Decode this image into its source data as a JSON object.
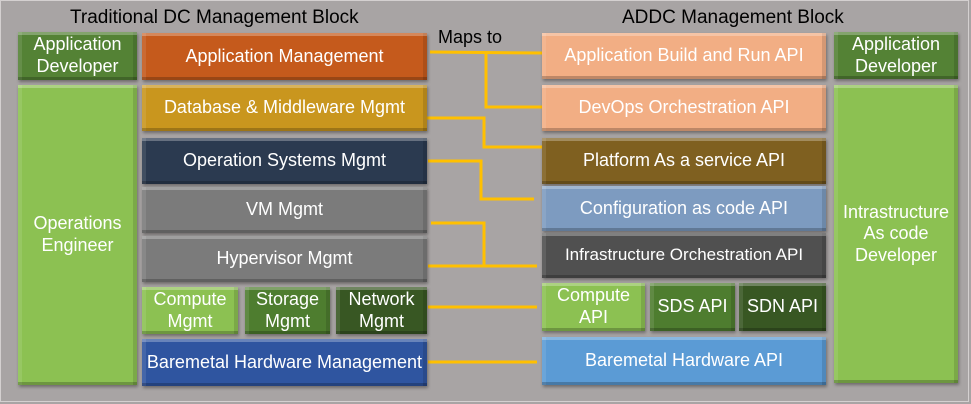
{
  "titles": {
    "left": "Traditional DC Management Block",
    "right": "ADDC Management Block",
    "maps_to": "Maps to"
  },
  "colors": {
    "background": "#a8a4a4",
    "connector": "#ffc000"
  },
  "left_roles": {
    "app_dev": "Application Developer",
    "ops_eng": "Operations Engineer"
  },
  "right_roles": {
    "app_dev": "Application Developer",
    "iac_dev": "Intrastructure As code Developer"
  },
  "traditional": {
    "app_mgmt": "Application Management",
    "db_mgmt": "Database & Middleware Mgmt",
    "os_mgmt": "Operation Systems Mgmt",
    "vm_mgmt": "VM Mgmt",
    "hyper_mgmt": "Hypervisor Mgmt",
    "compute_mgmt": "Compute Mgmt",
    "storage_mgmt": "Storage Mgmt",
    "network_mgmt": "Network Mgmt",
    "baremetal_mgmt": "Baremetal Hardware Management"
  },
  "addc": {
    "app_build": "Application Build and Run API",
    "devops": "DevOps Orchestration API",
    "paas": "Platform As a service API",
    "config": "Configuration as code API",
    "infra_orch": "Infrastructure Orchestration API",
    "compute_api": "Compute API",
    "sds_api": "SDS API",
    "sdn_api": "SDN API",
    "baremetal_api": "Baremetal Hardware API"
  },
  "mappings": [
    {
      "from": "Application Management",
      "to": [
        "Application Build and Run API",
        "DevOps Orchestration API"
      ]
    },
    {
      "from": "Database & Middleware Mgmt",
      "to": [
        "Platform As a service API"
      ]
    },
    {
      "from": "Operation Systems Mgmt",
      "to": [
        "Configuration as code API"
      ]
    },
    {
      "from": [
        "VM Mgmt",
        "Hypervisor Mgmt"
      ],
      "to": [
        "Infrastructure Orchestration API"
      ]
    },
    {
      "from": [
        "Compute Mgmt",
        "Storage Mgmt",
        "Network Mgmt"
      ],
      "to": [
        "Compute API",
        "SDS API",
        "SDN API"
      ]
    },
    {
      "from": "Baremetal Hardware Management",
      "to": [
        "Baremetal Hardware API"
      ]
    }
  ]
}
